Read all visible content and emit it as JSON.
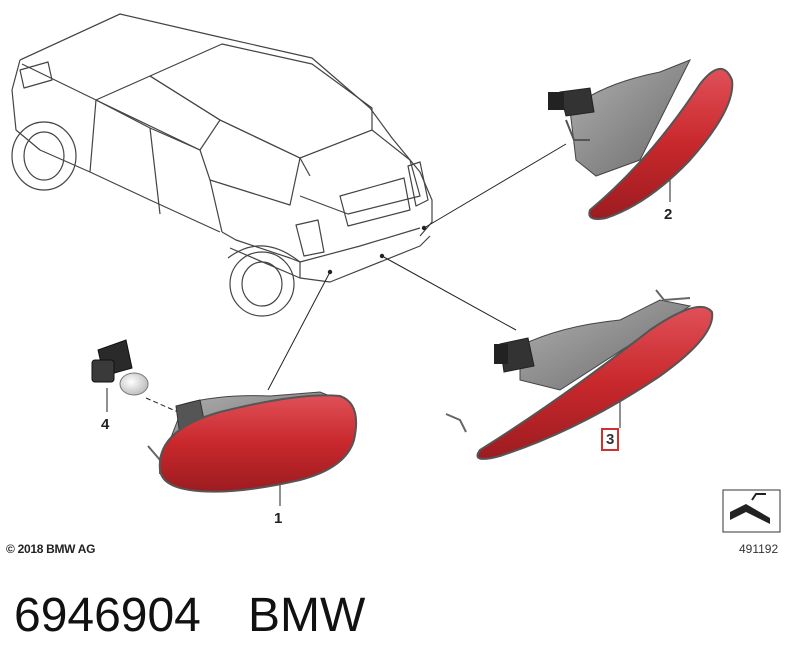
{
  "diagram": {
    "callouts": [
      {
        "id": "1",
        "label": "1"
      },
      {
        "id": "2",
        "label": "2"
      },
      {
        "id": "3",
        "label": "3",
        "highlighted": true
      },
      {
        "id": "4",
        "label": "4"
      }
    ],
    "copyright": "© 2018 BMW AG",
    "diagram_id": "491192",
    "colors": {
      "reflector_red": "#c8282c",
      "housing_gray": "#8a8a8a",
      "highlight": "#d03030"
    }
  },
  "caption": {
    "part_number": "6946904",
    "brand": "BMW"
  }
}
